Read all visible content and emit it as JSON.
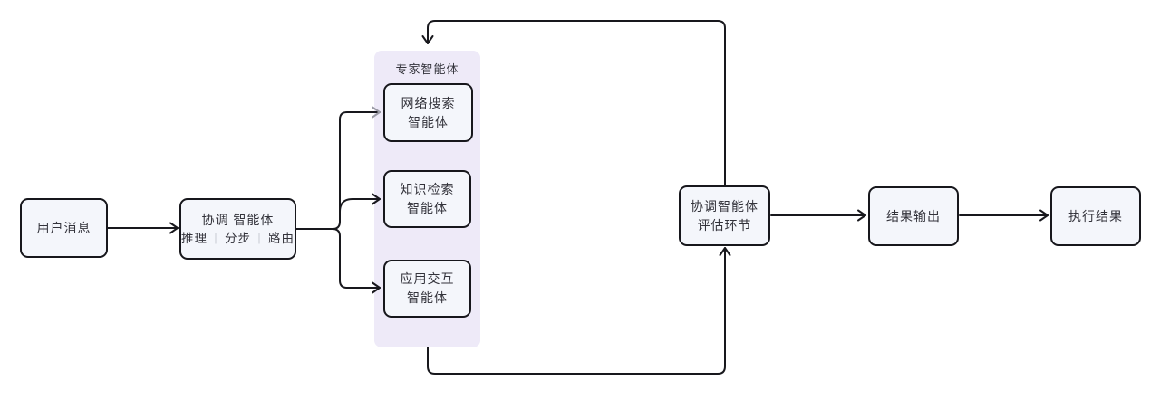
{
  "diagram": {
    "background": "#ffffff",
    "stroke_color": "#18181d",
    "muted_arrow_color": "#9a9aa5",
    "node_fill": "#f4f6fb",
    "node_border": "#17171c",
    "group_fill": "#eeeaf8",
    "nodes": {
      "user_message": {
        "label": "用户消息"
      },
      "coordinator": {
        "title": "协调 智能体",
        "features": [
          "推理",
          "分步",
          "路由"
        ],
        "separator": "｜"
      },
      "expert_group": {
        "title": "专家智能体"
      },
      "web_search_agent": {
        "line1": "网络搜索",
        "line2": "智能体"
      },
      "knowledge_retrieval_agent": {
        "line1": "知识检索",
        "line2": "智能体"
      },
      "app_interaction_agent": {
        "line1": "应用交互",
        "line2": "智能体"
      },
      "evaluation": {
        "line1": "协调智能体",
        "line2": "评估环节"
      },
      "result_output": {
        "label": "结果输出"
      },
      "execution_result": {
        "label": "执行结果"
      }
    },
    "edges": [
      {
        "from": "user_message",
        "to": "coordinator"
      },
      {
        "from": "coordinator",
        "to": "web_search_agent",
        "arrowhead": "muted-gray"
      },
      {
        "from": "coordinator",
        "to": "knowledge_retrieval_agent"
      },
      {
        "from": "coordinator",
        "to": "app_interaction_agent"
      },
      {
        "from": "evaluation",
        "to": "expert_group",
        "via": "top-loop"
      },
      {
        "from": "expert_group",
        "to": "evaluation",
        "via": "bottom-loop"
      },
      {
        "from": "evaluation",
        "to": "result_output"
      },
      {
        "from": "result_output",
        "to": "execution_result"
      }
    ]
  }
}
